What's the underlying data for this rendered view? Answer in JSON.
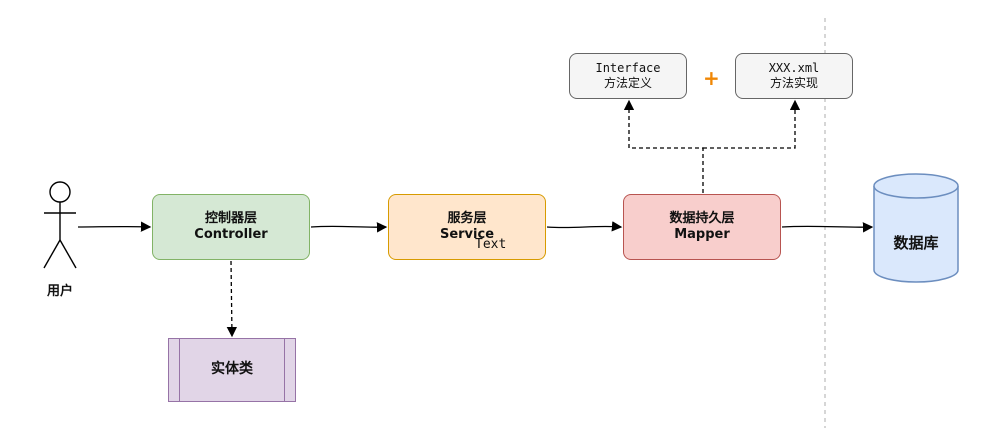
{
  "diagram": {
    "user": {
      "label": "用户"
    },
    "controller": {
      "line1": "控制器层",
      "line2": "Controller"
    },
    "service": {
      "line1": "服务层",
      "line2": "Service"
    },
    "mapper": {
      "line1": "数据持久层",
      "line2": "Mapper"
    },
    "database": {
      "label": "数据库"
    },
    "entity": {
      "label": "实体类"
    },
    "interface_box": {
      "line1": "Interface",
      "line2": "方法定义"
    },
    "xml_box": {
      "line1": "XXX.xml",
      "line2": "方法实现"
    },
    "plus": "+",
    "stray_text": "Text",
    "colors": {
      "controller_fill": "#d5e8d4",
      "service_fill": "#ffe6cc",
      "mapper_fill": "#f8cecc",
      "database_fill": "#dae8fc",
      "entity_fill": "#e1d5e7",
      "note_fill": "#f5f5f5",
      "plus": "#f08705"
    },
    "icons": [
      "actor-icon",
      "database-cylinder-icon"
    ]
  }
}
